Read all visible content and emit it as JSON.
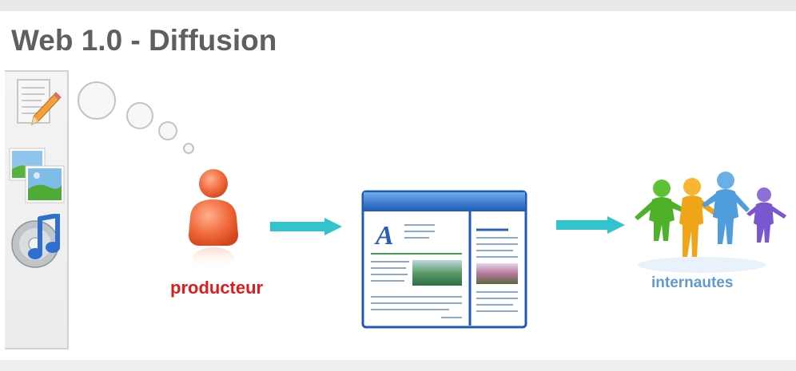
{
  "title": "Web 1.0 - Diffusion",
  "producer": {
    "label": "producteur"
  },
  "consumers": {
    "label": "internautes"
  },
  "colors": {
    "title": "#5f5f5f",
    "producer_label": "#e01b1b",
    "consumers_label": "#5f9ad6",
    "arrow": "#33c3cc",
    "producer_figure": "#f06a3c",
    "page_frame": "#1f5bb5"
  },
  "sidebar": {
    "icons": [
      "document-edit-icon",
      "image-icon",
      "music-disc-icon"
    ]
  }
}
